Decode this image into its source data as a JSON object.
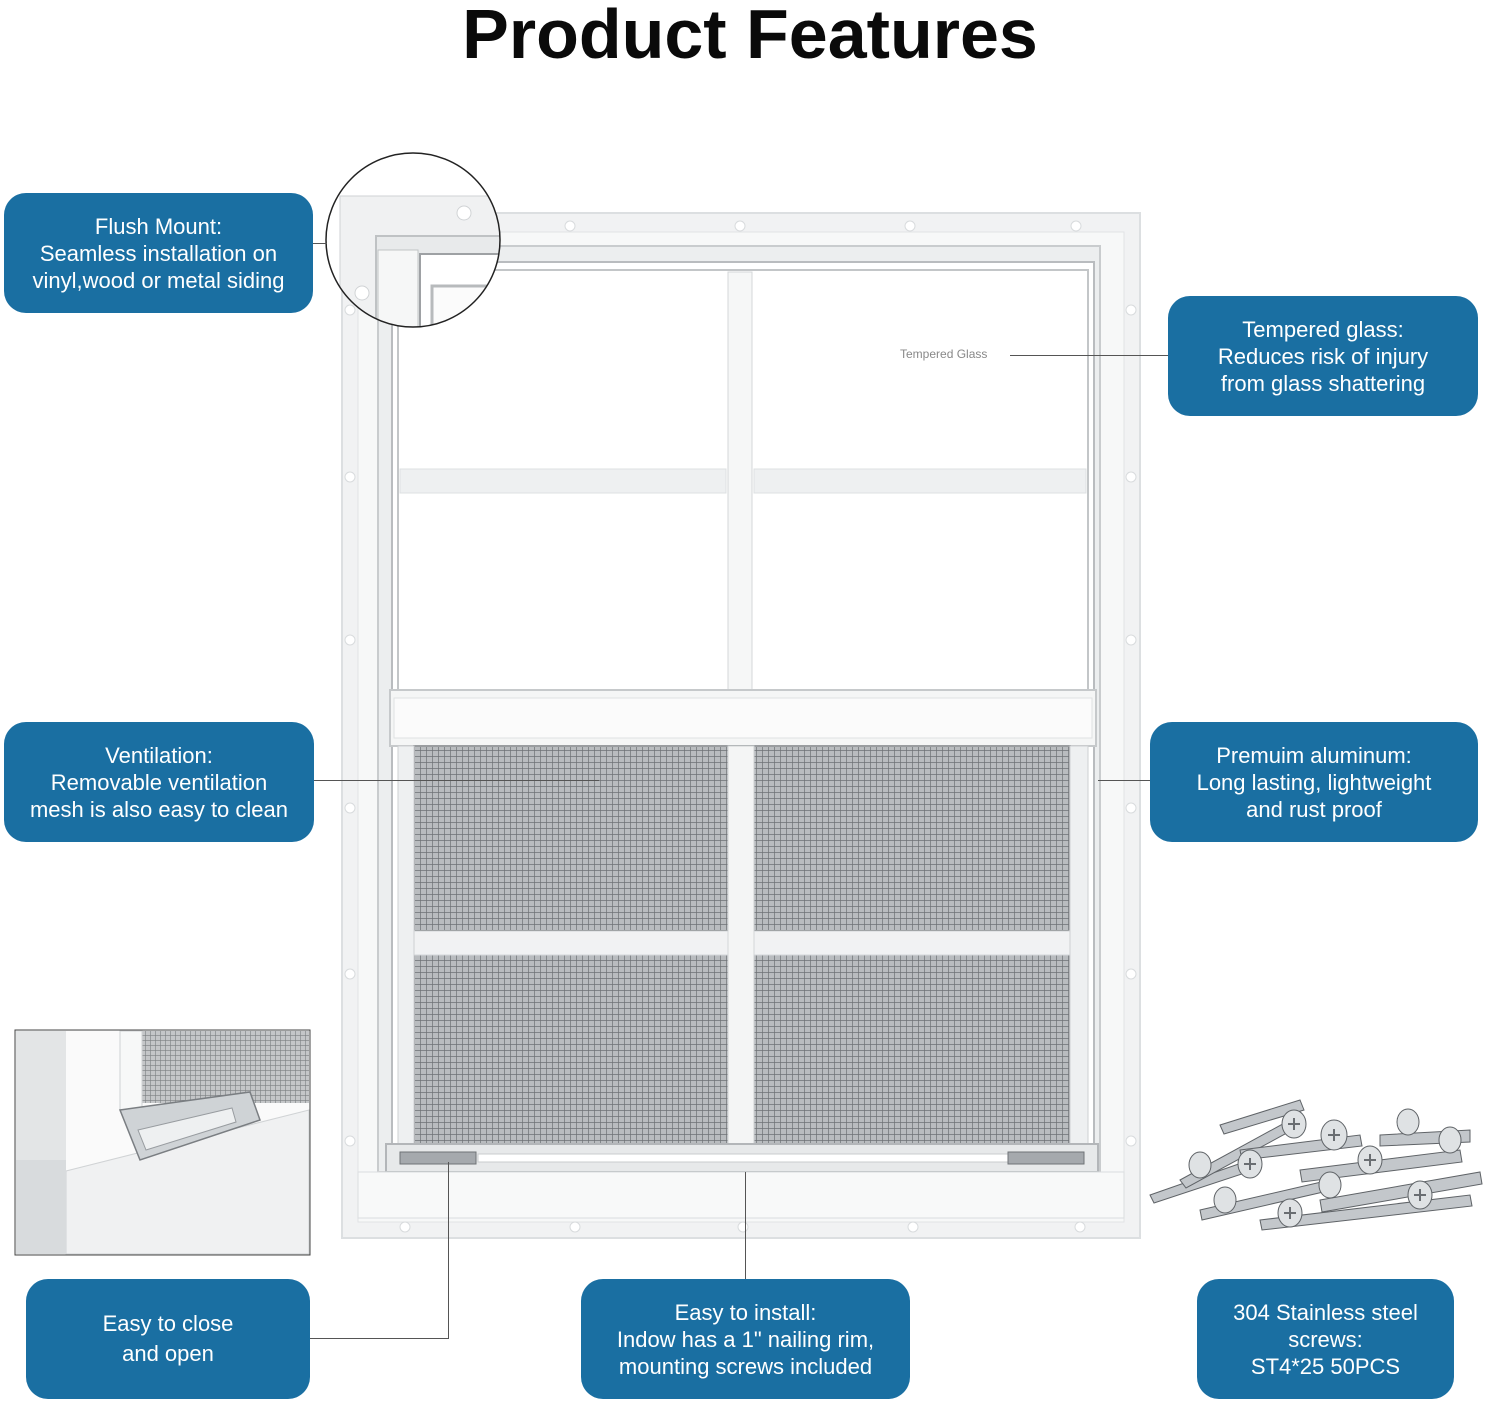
{
  "title": "Product Features",
  "glass_label": "Tempered Glass",
  "colors": {
    "callout_bg": "#1a6fa2",
    "callout_text": "#ffffff",
    "title": "#0a0a0a",
    "frame": "#f2f3f4",
    "mesh": "#8a8d90"
  },
  "callouts": {
    "flush_mount": [
      "Flush Mount:",
      "Seamless installation on",
      "vinyl,wood or metal siding"
    ],
    "tempered_glass": [
      "Tempered glass:",
      "Reduces risk of injury",
      "from glass shattering"
    ],
    "ventilation": [
      "Ventilation:",
      "Removable ventilation",
      "mesh is also easy to clean"
    ],
    "aluminum": [
      "Premuim aluminum:",
      "Long lasting, lightweight",
      "and rust proof"
    ],
    "close_open": [
      "Easy to close",
      "and open"
    ],
    "install": [
      "Easy to install:",
      "Indow has a 1\" nailing rim,",
      "mounting screws included"
    ],
    "screws": [
      "304 Stainless steel",
      "screws:",
      "ST4*25 50PCS"
    ]
  },
  "images": {
    "main": "window-product-illustration",
    "detail": "latch-detail-closeup",
    "accessory": "stainless-screws-pile",
    "zoom": "corner-zoom-circle"
  }
}
